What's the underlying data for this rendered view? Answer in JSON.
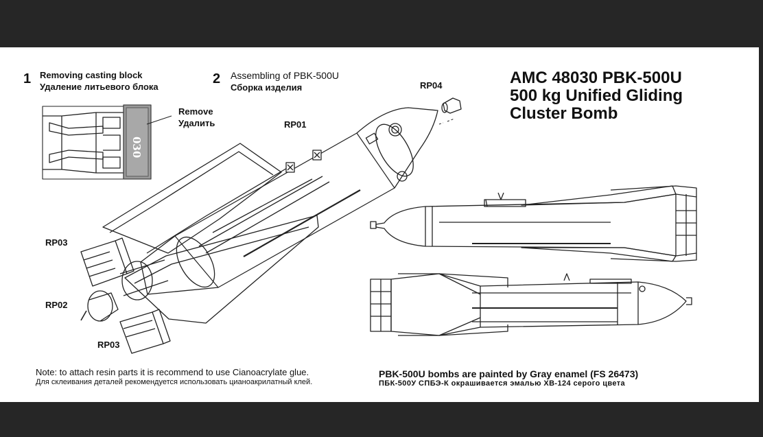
{
  "title": {
    "line1": "AMC 48030 PBK-500U",
    "line2": "500 kg Unified Gliding",
    "line3": "Cluster Bomb"
  },
  "step1": {
    "number": "1",
    "label_en": "Removing casting block",
    "label_ru": "Удаление литьевого блока",
    "remove_en": "Remove",
    "remove_ru": "Удалить",
    "block_code": "030"
  },
  "step2": {
    "number": "2",
    "label_en": "Assembling of PBK-500U",
    "label_ru": "Сборка изделия"
  },
  "parts": {
    "rp01": "RP01",
    "rp02": "RP02",
    "rp03_top": "RP03",
    "rp03_bottom": "RP03",
    "rp04": "RP04"
  },
  "note": {
    "en": "Note: to attach resin parts it is recommend to use Cianoacrylate glue.",
    "ru": "Для склеивания деталей рекомендуется использовать цианоакрилатный клей."
  },
  "paint": {
    "en": "PBK-500U bombs are painted by Gray enamel (FS 26473)",
    "ru": "ПБК-500У  СПБЭ-К  окрашивается  эмалью  ХВ-124  серого  цвета"
  },
  "colors": {
    "frame": "#262626",
    "sheet": "#ffffff",
    "line": "#222222",
    "casting_block": "#9a9a9a"
  }
}
